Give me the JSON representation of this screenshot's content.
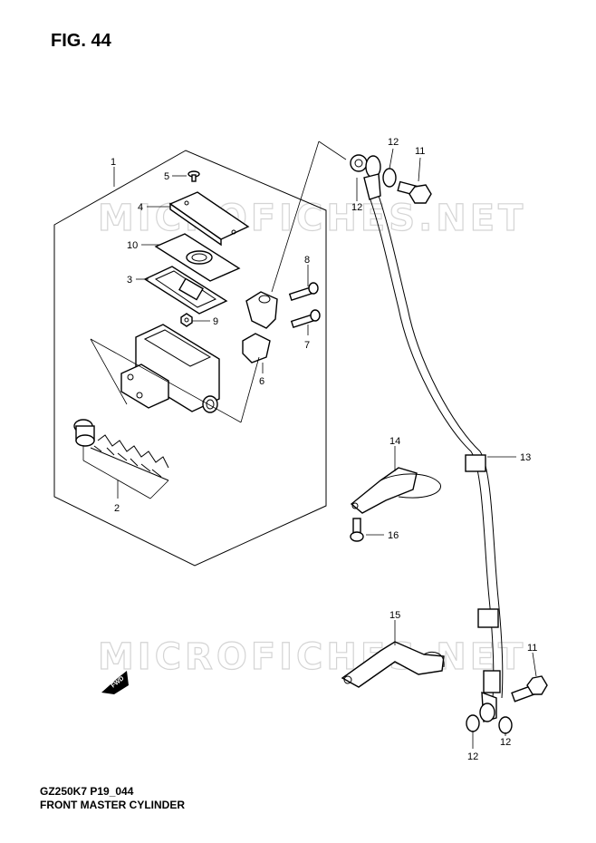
{
  "figure": {
    "title": "FIG. 44",
    "model_code": "GZ250K7 P19_044",
    "caption": "FRONT MASTER CYLINDER"
  },
  "watermark": "MICROFICHES.NET",
  "direction_label": "FWD",
  "callouts": [
    {
      "id": "c1",
      "label": "1"
    },
    {
      "id": "c2",
      "label": "2"
    },
    {
      "id": "c3",
      "label": "3"
    },
    {
      "id": "c4",
      "label": "4"
    },
    {
      "id": "c5",
      "label": "5"
    },
    {
      "id": "c6",
      "label": "6"
    },
    {
      "id": "c7",
      "label": "7"
    },
    {
      "id": "c8",
      "label": "8"
    },
    {
      "id": "c9",
      "label": "9"
    },
    {
      "id": "c10",
      "label": "10"
    },
    {
      "id": "c11a",
      "label": "11"
    },
    {
      "id": "c11b",
      "label": "11"
    },
    {
      "id": "c12a",
      "label": "12"
    },
    {
      "id": "c12b",
      "label": "12"
    },
    {
      "id": "c12c",
      "label": "12"
    },
    {
      "id": "c12d",
      "label": "12"
    },
    {
      "id": "c13",
      "label": "13"
    },
    {
      "id": "c14",
      "label": "14"
    },
    {
      "id": "c15",
      "label": "15"
    },
    {
      "id": "c16",
      "label": "16"
    }
  ]
}
